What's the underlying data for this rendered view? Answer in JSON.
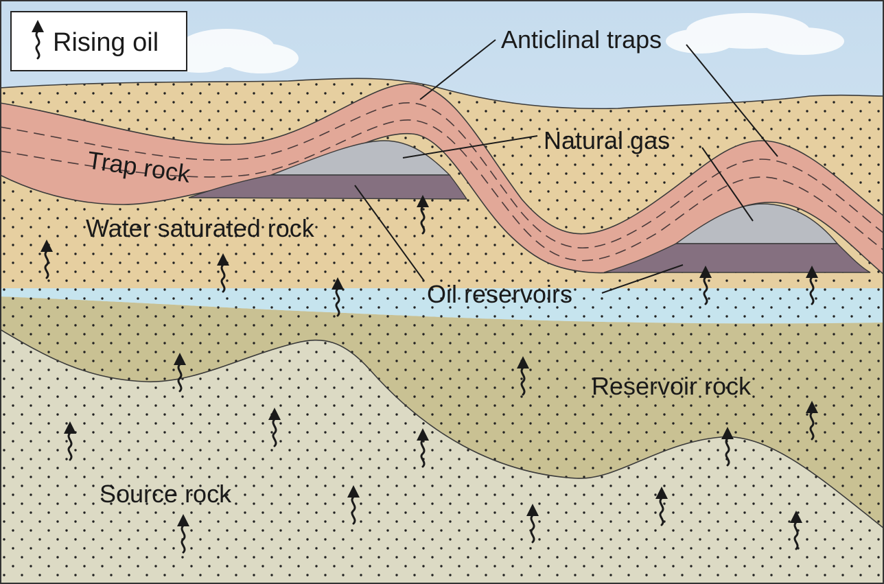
{
  "legend": {
    "label": "Rising oil",
    "icon": "rising-oil-arrow-icon"
  },
  "labels": {
    "anticlinal_traps": "Anticlinal traps",
    "natural_gas": "Natural gas",
    "trap_rock": "Trap rock",
    "water_saturated_rock": "Water saturated rock",
    "oil_reservoirs": "Oil reservoirs",
    "reservoir_rock": "Reservoir rock",
    "source_rock": "Source rock"
  },
  "colors": {
    "sky": "#cfe2f0",
    "cap_rock": "#e6cfa0",
    "trap_rock": "#e2a898",
    "water_rock": "#c6e4ee",
    "reservoir_rock": "#c9c193",
    "source_rock": "#dcdac4",
    "natural_gas": "#b9bcc2",
    "oil": "#857080"
  }
}
